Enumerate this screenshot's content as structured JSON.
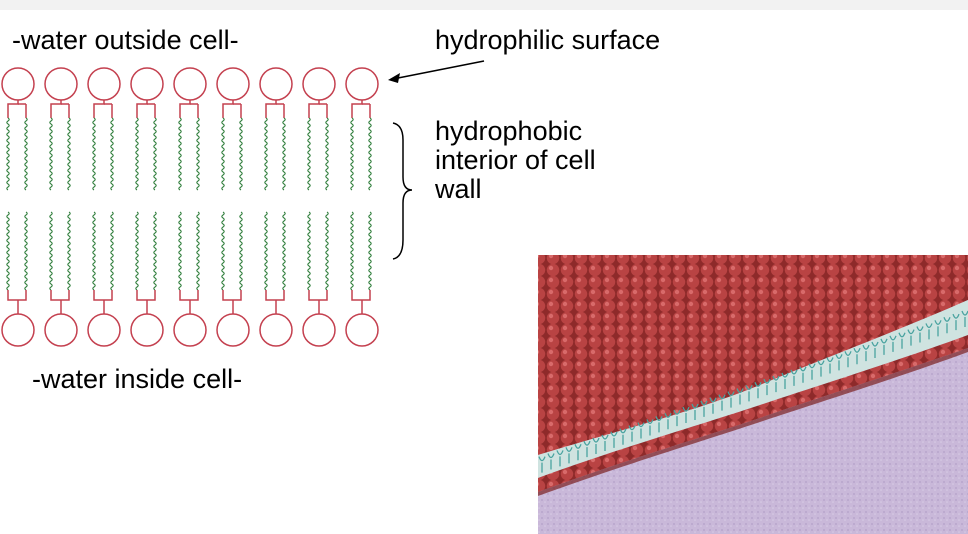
{
  "labels": {
    "water_outside": "-water outside cell-",
    "hydrophilic": "hydrophilic surface",
    "hydrophobic": "hydrophobic\ninterior of cell\nwall",
    "water_inside": "-water inside cell-"
  },
  "diagram": {
    "head_count": 9,
    "head_color": "#c4404f",
    "tail_color": "#2e7d3a",
    "bracket_color": "#000000",
    "arrow_color": "#000000"
  },
  "membrane_photo": {
    "sheet_color": "#b33a3a",
    "background_color": "#c9b8d9",
    "tail_color": "#4aa3a0"
  }
}
